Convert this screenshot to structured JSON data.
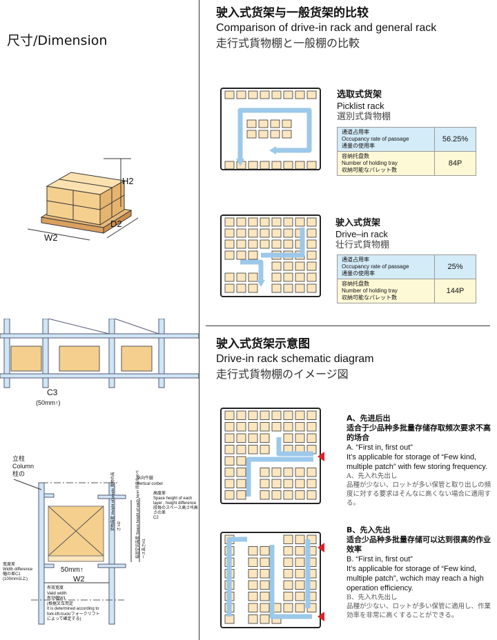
{
  "left": {
    "title": "尺寸/Dimension",
    "pallet_labels": {
      "h2": "H2",
      "d2": "D2",
      "w2": "W2"
    },
    "rack_labels": {
      "c3": "C3",
      "c3_note": "(50mm↑)"
    },
    "column_diagram": {
      "column_cn": "立柱",
      "column_en": "Column",
      "column_jp": "柱の",
      "corbel_cn": "纵向牛腿",
      "corbel_en": "Vertical corbel",
      "height_diff_cn": "高度差",
      "height_diff_en": "Space height of each layer , height difference",
      "height_diff_jp": "段毎のスペース高さ비高さの差",
      "height_diff_code": "C2",
      "goods_height": "货物高度 Height of goods 貨物の高さ H2",
      "layer_height": "每层空间高度 Space height of each layer 段毎のスペース高さH1",
      "width_diff_cn": "宽度差",
      "width_diff_en": "Width difference",
      "width_diff_jp": "幅の差C1",
      "width_diff_note": "(100mm以上)",
      "gap": "50mm↑",
      "w2": "W2",
      "valid_cn": "有效宽度",
      "valid_en": "Valid width",
      "valid_jp": "有効幅W1",
      "valid_note_cn": "(根据叉车而定",
      "valid_note_en": "It is determined according to",
      "valid_note_en2": "fork-lift-truck/フォークリフト",
      "valid_note_jp": "によって確定する)"
    }
  },
  "right": {
    "comparison": {
      "title_cn": "驶入式货架与一般货架的比较",
      "title_en": "Comparison of drive-in rack and general rack",
      "title_jp": "走行式貨物棚と一般棚の比較"
    },
    "picklist": {
      "name_cn": "选取式货架",
      "name_en": "Picklist rack",
      "name_jp": "選別式貨物棚",
      "rows": [
        {
          "cn": "通道占用率",
          "en": "Occupancy rate of passage",
          "jp": "通量の使用率",
          "value": "56.25%"
        },
        {
          "cn": "容纳托盘数",
          "en": "Number of holding tray",
          "jp": "収納可能なパレット数",
          "value": "84P"
        }
      ]
    },
    "drivein": {
      "name_cn": "驶入式货架",
      "name_en": "Drive–in rack",
      "name_jp": "壮行式貨物棚",
      "rows": [
        {
          "cn": "通道占用率",
          "en": "Occupancy rate of passage",
          "jp": "通量の使用率",
          "value": "25%"
        },
        {
          "cn": "容纳托盘数",
          "en": "Number of holding tray",
          "jp": "収納可能なパレット数",
          "value": "144P"
        }
      ]
    },
    "schematic": {
      "title_cn": "驶入式货架示意图",
      "title_en": "Drive-in rack schematic diagram",
      "title_jp": "走行式貨物棚のイメージ図"
    },
    "a": {
      "head": "A、先进后出",
      "cn": "适合于少品种多批量存储存取频次要求不高的场合",
      "en_head": "A. “First in, first out”",
      "en": "It’s applicable for storage of “Few kind, multiple patch” with few storing frequency.",
      "jp_head": "A、先入れ先出し",
      "jp": "品種が少ない、ロットが多い保管と取り出しの頻度に対する要求はそんなに高くない場合に適用する。"
    },
    "b": {
      "head": "B、先入先出",
      "cn": "适合少品种多批量存储可以达到很高的作业效率",
      "en_head": "B. “First in, first out”",
      "en": "It’s applicable for storage of “Few kind, multiple patch”, wchich may reach a high operation efficiency.",
      "jp_head": "B、先入れ先出し",
      "jp": "品種が少ない、ロットが多い保管に適用し、作業効率を非常に高くすることができる。"
    }
  },
  "colors": {
    "box": "#fbe6bf",
    "arrow": "#9cc8ea",
    "column": "#cfe6f5",
    "red": "#d9252a"
  }
}
